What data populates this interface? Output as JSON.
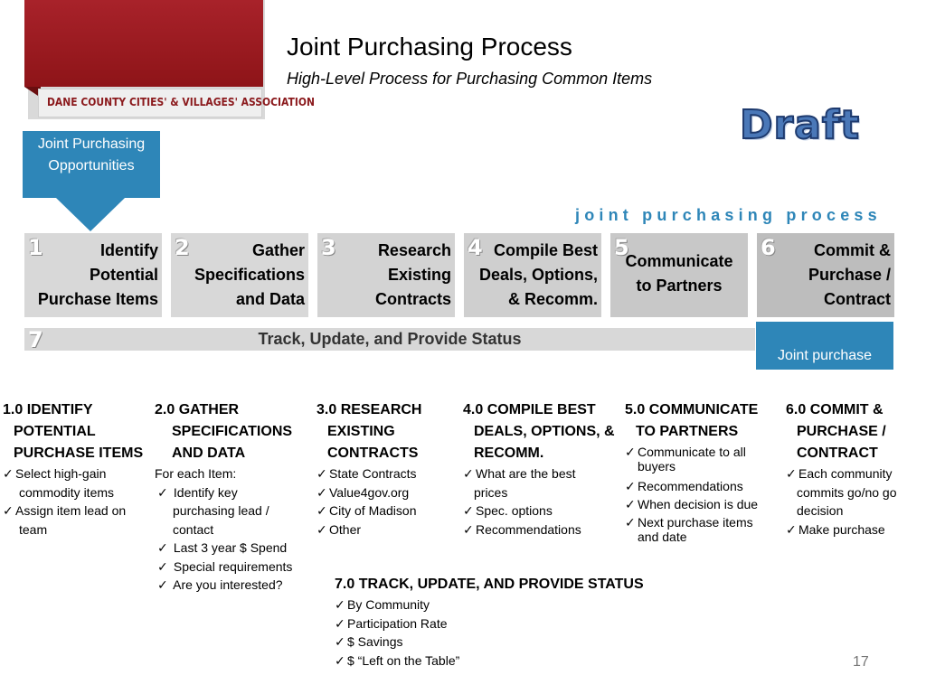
{
  "logo": {
    "text": "DANE COUNTY CITIES' & VILLAGES' ASSOCIATION"
  },
  "header": {
    "title": "Joint Purchasing Process",
    "subtitle": "High-Level Process for Purchasing Common Items"
  },
  "draft_label": "Draft",
  "opportunities": {
    "label_line1": "Joint Purchasing",
    "label_line2": "Opportunities"
  },
  "process_label": "joint purchasing process",
  "steps": [
    {
      "num": "1",
      "lines": [
        "Identify",
        "Potential",
        "Purchase Items"
      ]
    },
    {
      "num": "2",
      "lines": [
        "Gather",
        "Specifications",
        "and Data"
      ]
    },
    {
      "num": "3",
      "lines": [
        "Research",
        "Existing",
        "Contracts"
      ]
    },
    {
      "num": "4",
      "lines": [
        "Compile Best",
        "Deals, Options,",
        "& Recomm."
      ]
    },
    {
      "num": "5",
      "lines": [
        "Communicate",
        "to Partners"
      ]
    },
    {
      "num": "6",
      "lines": [
        "Commit &",
        "Purchase /",
        "Contract"
      ]
    }
  ],
  "track": {
    "num": "7",
    "label": "Track, Update, and Provide Status"
  },
  "joint_purchase_label": "Joint purchase",
  "sections": {
    "s1": {
      "title": [
        "1.0 IDENTIFY",
        "POTENTIAL",
        "PURCHASE ITEMS"
      ],
      "items": [
        [
          "Select high-gain",
          "commodity items"
        ],
        [
          "Assign item lead on",
          "team"
        ]
      ]
    },
    "s2": {
      "title": [
        "2.0 GATHER",
        "SPECIFICATIONS",
        "AND DATA"
      ],
      "intro": "For each Item:",
      "items": [
        [
          "Identify key",
          "purchasing lead /",
          "contact"
        ],
        [
          "Last 3 year $ Spend"
        ],
        [
          "Special requirements"
        ],
        [
          "Are you interested?"
        ]
      ]
    },
    "s3": {
      "title": [
        "3.0 RESEARCH",
        "EXISTING",
        "CONTRACTS"
      ],
      "items": [
        "State Contracts",
        "Value4gov.org",
        "City of Madison",
        "Other"
      ]
    },
    "s4": {
      "title": [
        "4.0 COMPILE BEST",
        "DEALS, OPTIONS, &",
        "RECOMM."
      ],
      "items": [
        [
          "What are the best",
          "prices"
        ],
        [
          "Spec. options"
        ],
        [
          "Recommendations"
        ]
      ]
    },
    "s5": {
      "title": [
        "5.0 COMMUNICATE",
        "TO PARTNERS"
      ],
      "items": [
        [
          "Communicate to all",
          "buyers"
        ],
        [
          "Recommendations"
        ],
        [
          "When decision is due"
        ],
        [
          "Next purchase items",
          "and date"
        ]
      ]
    },
    "s6": {
      "title": [
        "6.0 COMMIT &",
        "PURCHASE /",
        "CONTRACT"
      ],
      "items": [
        [
          "Each community",
          "commits go/no go",
          "decision"
        ],
        [
          "Make purchase"
        ]
      ]
    },
    "s7": {
      "title": "7.0 TRACK, UPDATE, AND PROVIDE STATUS",
      "items": [
        "By Community",
        "Participation Rate",
        "$ Savings",
        "$ “Left on the Table”"
      ]
    }
  },
  "check_glyph": "✓",
  "page_number": "17",
  "colors": {
    "brand_red": "#9e1b1f",
    "accent_blue": "#2e86b8"
  }
}
